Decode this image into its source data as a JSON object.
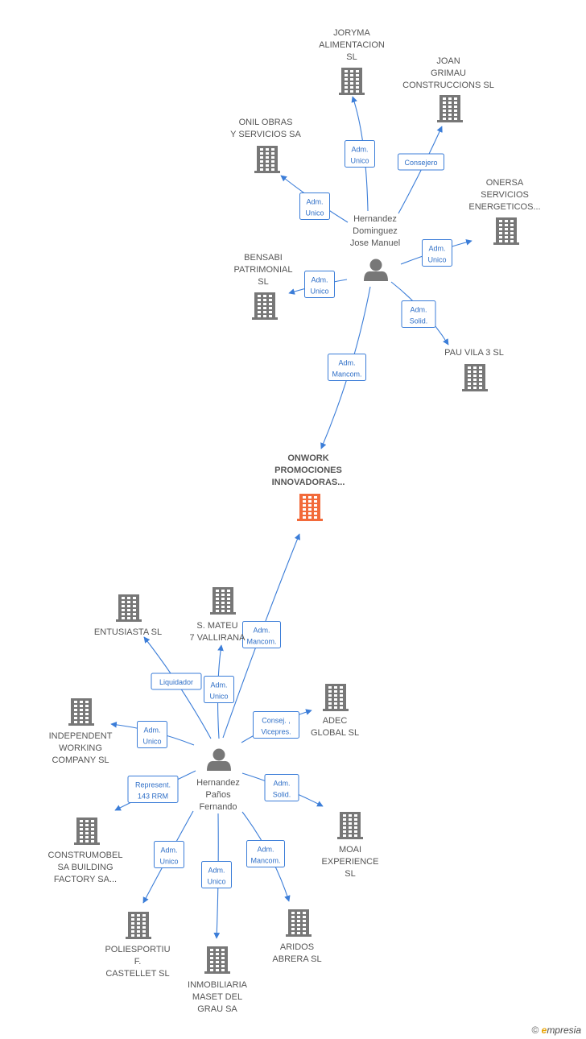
{
  "colors": {
    "edge": "#3b7dd8",
    "company": "#777777",
    "main_company": "#f26a3a",
    "person": "#777777",
    "text": "#555555"
  },
  "nodes": [
    {
      "id": "joryma",
      "type": "company",
      "lines": [
        "JORYMA",
        "ALIMENTACION",
        "SL"
      ]
    },
    {
      "id": "joan",
      "type": "company",
      "lines": [
        "JOAN",
        "GRIMAU",
        "CONSTRUCCIONS SL"
      ]
    },
    {
      "id": "onil",
      "type": "company",
      "lines": [
        "ONIL OBRAS",
        "Y SERVICIOS SA"
      ]
    },
    {
      "id": "onersa",
      "type": "company",
      "lines": [
        "ONERSA",
        "SERVICIOS",
        "ENERGETICOS..."
      ]
    },
    {
      "id": "bensabi",
      "type": "company",
      "lines": [
        "BENSABI",
        "PATRIMONIAL",
        "SL"
      ]
    },
    {
      "id": "pauvila",
      "type": "company",
      "lines": [
        "PAU VILA 3  SL"
      ]
    },
    {
      "id": "hdjm",
      "type": "person",
      "lines": [
        "Hernandez",
        "Dominguez",
        "Jose Manuel"
      ]
    },
    {
      "id": "onwork",
      "type": "main",
      "lines": [
        "ONWORK",
        "PROMOCIONES",
        "INNOVADORAS..."
      ]
    },
    {
      "id": "entusiasta",
      "type": "company",
      "lines": [
        "ENTUSIASTA SL"
      ]
    },
    {
      "id": "smateu",
      "type": "company",
      "lines": [
        "S.  MATEU",
        "7 VALLIRANA"
      ]
    },
    {
      "id": "adec",
      "type": "company",
      "lines": [
        "ADEC",
        "GLOBAL SL"
      ]
    },
    {
      "id": "independent",
      "type": "company",
      "lines": [
        "INDEPENDENT",
        "WORKING",
        "COMPANY SL"
      ]
    },
    {
      "id": "hpf",
      "type": "person",
      "lines": [
        "Hernandez",
        "Paños",
        "Fernando"
      ]
    },
    {
      "id": "construmobel",
      "type": "company",
      "lines": [
        "CONSTRUMOBEL",
        "SA BUILDING",
        "FACTORY SA..."
      ]
    },
    {
      "id": "moai",
      "type": "company",
      "lines": [
        "MOAI",
        "EXPERIENCE",
        "SL"
      ]
    },
    {
      "id": "poliesportiu",
      "type": "company",
      "lines": [
        "POLIESPORTIU",
        "F.",
        "CASTELLET  SL"
      ]
    },
    {
      "id": "aridos",
      "type": "company",
      "lines": [
        "ARIDOS",
        "ABRERA SL"
      ]
    },
    {
      "id": "inmobiliaria",
      "type": "company",
      "lines": [
        "INMOBILIARIA",
        "MASET DEL",
        "GRAU SA"
      ]
    }
  ],
  "edges": [
    {
      "from": "hdjm",
      "to": "joryma",
      "lines": [
        "Adm.",
        "Unico"
      ]
    },
    {
      "from": "hdjm",
      "to": "joan",
      "lines": [
        "Consejero"
      ]
    },
    {
      "from": "hdjm",
      "to": "onil",
      "lines": [
        "Adm.",
        "Unico"
      ]
    },
    {
      "from": "hdjm",
      "to": "onersa",
      "lines": [
        "Adm.",
        "Unico"
      ]
    },
    {
      "from": "hdjm",
      "to": "bensabi",
      "lines": [
        "Adm.",
        "Unico"
      ]
    },
    {
      "from": "hdjm",
      "to": "pauvila",
      "lines": [
        "Adm.",
        "Solid."
      ]
    },
    {
      "from": "hdjm",
      "to": "onwork",
      "lines": [
        "Adm.",
        "Mancom."
      ]
    },
    {
      "from": "hpf",
      "to": "onwork",
      "lines": [
        "Adm.",
        "Mancom."
      ]
    },
    {
      "from": "hpf",
      "to": "entusiasta",
      "lines": [
        "Liquidador"
      ]
    },
    {
      "from": "hpf",
      "to": "smateu",
      "lines": [
        "Adm.",
        "Unico"
      ]
    },
    {
      "from": "hpf",
      "to": "adec",
      "lines": [
        "Consej. ,",
        "Vicepres."
      ]
    },
    {
      "from": "hpf",
      "to": "independent",
      "lines": [
        "Adm.",
        "Unico"
      ]
    },
    {
      "from": "hpf",
      "to": "construmobel",
      "lines": [
        "Represent.",
        "143 RRM"
      ]
    },
    {
      "from": "hpf",
      "to": "moai",
      "lines": [
        "Adm.",
        "Solid."
      ]
    },
    {
      "from": "hpf",
      "to": "poliesportiu",
      "lines": [
        "Adm.",
        "Unico"
      ]
    },
    {
      "from": "hpf",
      "to": "inmobiliaria",
      "lines": [
        "Adm.",
        "Unico"
      ]
    },
    {
      "from": "hpf",
      "to": "aridos",
      "lines": [
        "Adm.",
        "Mancom."
      ]
    }
  ],
  "brand": {
    "copyright": "©",
    "e": "e",
    "rest": "mpresia"
  }
}
